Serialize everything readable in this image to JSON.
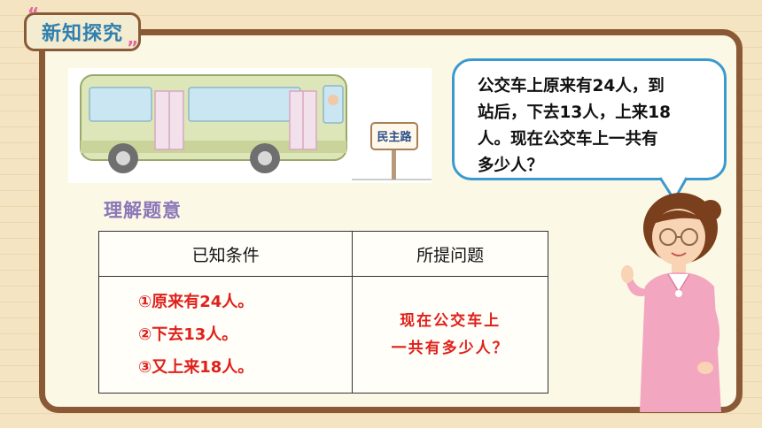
{
  "section_tab": {
    "label": "新知探究"
  },
  "bus_scene": {
    "stop_sign": "民主路"
  },
  "speech_bubble": {
    "lines": [
      "公交车上原来有24人，到",
      "站后，下去13人，上来18",
      "人。现在公交车上一共有",
      "多少人？"
    ]
  },
  "understand_heading": "理解题意",
  "table": {
    "headers": {
      "known": "已知条件",
      "question": "所提问题"
    },
    "known_items": [
      "①原来有24人。",
      "②下去13人。",
      "③又上来18人。"
    ],
    "question_lines": [
      "现在公交车上",
      "一共有多少人？"
    ]
  },
  "colors": {
    "board_border": "#8a5a36",
    "tab_text": "#2f7fb0",
    "bubble_border": "#3a9ad0",
    "answer_red": "#e0201a",
    "heading_purple": "#8a77b8"
  }
}
